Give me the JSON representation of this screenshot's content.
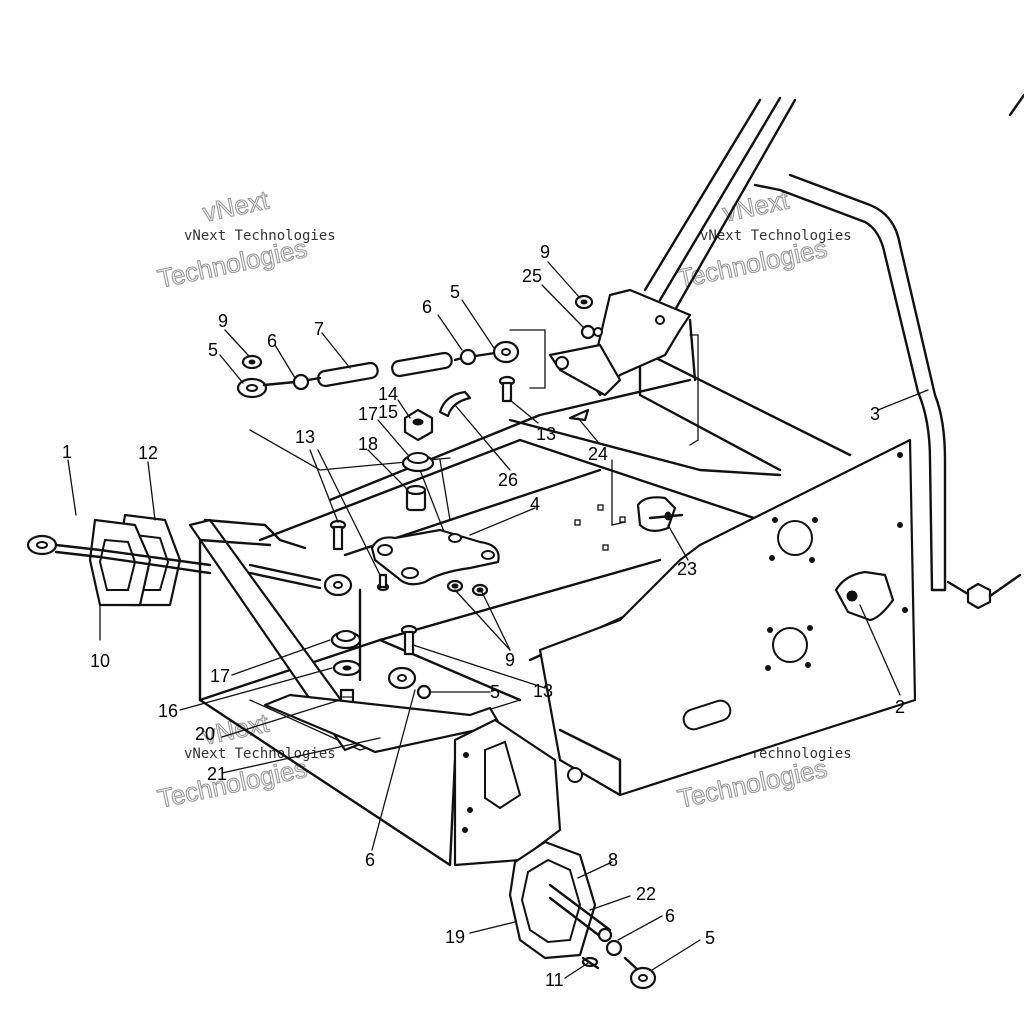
{
  "watermark": {
    "line1": "vNext",
    "line2": "vNext Technologies",
    "line3": "Technologies"
  },
  "callouts": [
    {
      "id": "c1",
      "text": "1"
    },
    {
      "id": "c2",
      "text": "2"
    },
    {
      "id": "c3",
      "text": "3"
    },
    {
      "id": "c4",
      "text": "4"
    },
    {
      "id": "c5a",
      "text": "5"
    },
    {
      "id": "c5b",
      "text": "5"
    },
    {
      "id": "c5c",
      "text": "5"
    },
    {
      "id": "c5d",
      "text": "5"
    },
    {
      "id": "c6a",
      "text": "6"
    },
    {
      "id": "c6b",
      "text": "6"
    },
    {
      "id": "c6c",
      "text": "6"
    },
    {
      "id": "c6d",
      "text": "6"
    },
    {
      "id": "c7",
      "text": "7"
    },
    {
      "id": "c8",
      "text": "8"
    },
    {
      "id": "c9a",
      "text": "9"
    },
    {
      "id": "c9b",
      "text": "9"
    },
    {
      "id": "c9c",
      "text": "9"
    },
    {
      "id": "c10",
      "text": "10"
    },
    {
      "id": "c11",
      "text": "11"
    },
    {
      "id": "c12",
      "text": "12"
    },
    {
      "id": "c13a",
      "text": "13"
    },
    {
      "id": "c13b",
      "text": "13"
    },
    {
      "id": "c13c",
      "text": "13"
    },
    {
      "id": "c14",
      "text": "14"
    },
    {
      "id": "c15",
      "text": "15"
    },
    {
      "id": "c16",
      "text": "16"
    },
    {
      "id": "c17a",
      "text": "17"
    },
    {
      "id": "c17b",
      "text": "17"
    },
    {
      "id": "c18",
      "text": "18"
    },
    {
      "id": "c19",
      "text": "19"
    },
    {
      "id": "c20",
      "text": "20"
    },
    {
      "id": "c21",
      "text": "21"
    },
    {
      "id": "c22",
      "text": "22"
    },
    {
      "id": "c23",
      "text": "23"
    },
    {
      "id": "c24",
      "text": "24"
    },
    {
      "id": "c25",
      "text": "25"
    },
    {
      "id": "c26",
      "text": "26"
    }
  ]
}
